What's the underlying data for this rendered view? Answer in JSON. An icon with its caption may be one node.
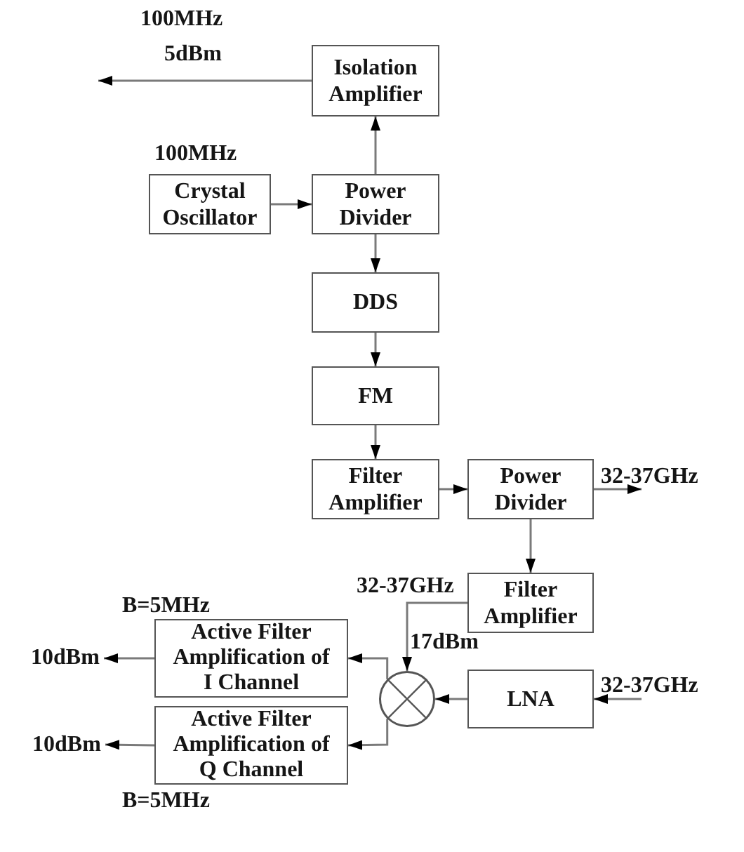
{
  "diagram": {
    "nodes": [
      {
        "text": [
          "Isolation Amplifier"
        ]
      },
      {
        "text": [
          "Crystal Oscillator"
        ],
        "beside": [
          "100MHz"
        ]
      },
      {
        "text": [
          "Power Divider"
        ]
      },
      {
        "text": [
          "DDS"
        ]
      },
      {
        "text": [
          "FM"
        ]
      },
      {
        "text": [
          "Filter Amplifier"
        ]
      },
      {
        "text": [
          "Power Divider"
        ]
      },
      {
        "text": [
          "32-37GHz"
        ]
      },
      {
        "text": [
          "Filter Amplifier"
        ]
      },
      {
        "text": [
          "10dBm"
        ]
      },
      {
        "text": [
          "Active Filter Amplification of I Channel"
        ],
        "beside": [
          "B=5MHz"
        ]
      },
      {
        "text": [],
        "shape": "circle"
      },
      {
        "text": [
          "LNA"
        ]
      },
      {
        "text": [
          "32-37GHz"
        ]
      },
      {
        "text": [
          "10dBm"
        ]
      },
      {
        "text": [
          "Active Filter Amplification of Q Channel"
        ],
        "beside": [
          "B=5MHz"
        ]
      }
    ],
    "edges": [
      {
        "from": 2,
        "to": 0,
        "arrow": "to"
      },
      {
        "from": 0,
        "to": null,
        "arrow": "to"
      },
      {
        "from": 1,
        "to": 2,
        "arrow": "to"
      },
      {
        "from": 2,
        "to": 3,
        "arrow": "to"
      },
      {
        "from": 3,
        "to": 4,
        "arrow": "to"
      },
      {
        "from": 4,
        "to": 5,
        "arrow": "to"
      },
      {
        "from": 5,
        "to": 6,
        "arrow": "to"
      },
      {
        "from": 6,
        "to": 7,
        "arrow": "to"
      },
      {
        "from": 6,
        "to": 8,
        "arrow": "to"
      },
      {
        "from": 8,
        "to": 11,
        "arrow": "to"
      },
      {
        "from": 13,
        "to": 12,
        "arrow": "to"
      },
      {
        "from": 12,
        "to": 11,
        "arrow": "to"
      },
      {
        "from": 11,
        "to": 10,
        "arrow": "to"
      },
      {
        "from": 11,
        "to": 15,
        "arrow": "to"
      },
      {
        "from": 10,
        "to": 9,
        "arrow": "to"
      },
      {
        "from": 15,
        "to": 14,
        "arrow": "to"
      }
    ],
    "labels": [
      "100MHz",
      "5dBm",
      "32-37GHz",
      "17dBm"
    ]
  }
}
